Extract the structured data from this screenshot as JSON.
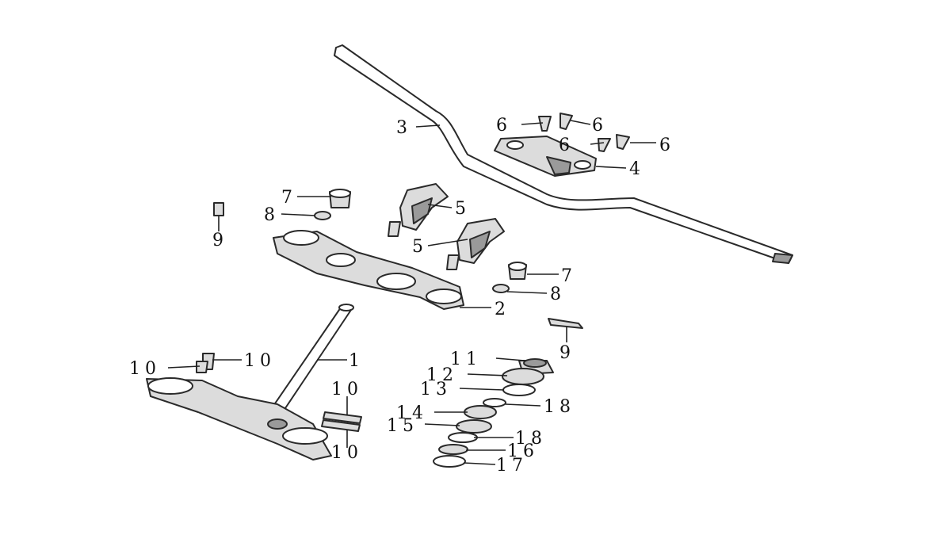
{
  "callouts": {
    "c1": "1",
    "c2": "2",
    "c3": "3",
    "c4": "4",
    "c5a": "5",
    "c5b": "5",
    "c6a": "6",
    "c6b": "6",
    "c6c": "6",
    "c6d": "6",
    "c7a": "7",
    "c7b": "7",
    "c8a": "8",
    "c8b": "8",
    "c9a": "9",
    "c9b": "9",
    "c10a": "10",
    "c10b": "10",
    "c10c": "10",
    "c10d": "10",
    "c11": "11",
    "c12": "12",
    "c13": "13",
    "c14": "14",
    "c15": "15",
    "c16": "16",
    "c17": "17",
    "c18a": "18",
    "c18b": "18"
  }
}
